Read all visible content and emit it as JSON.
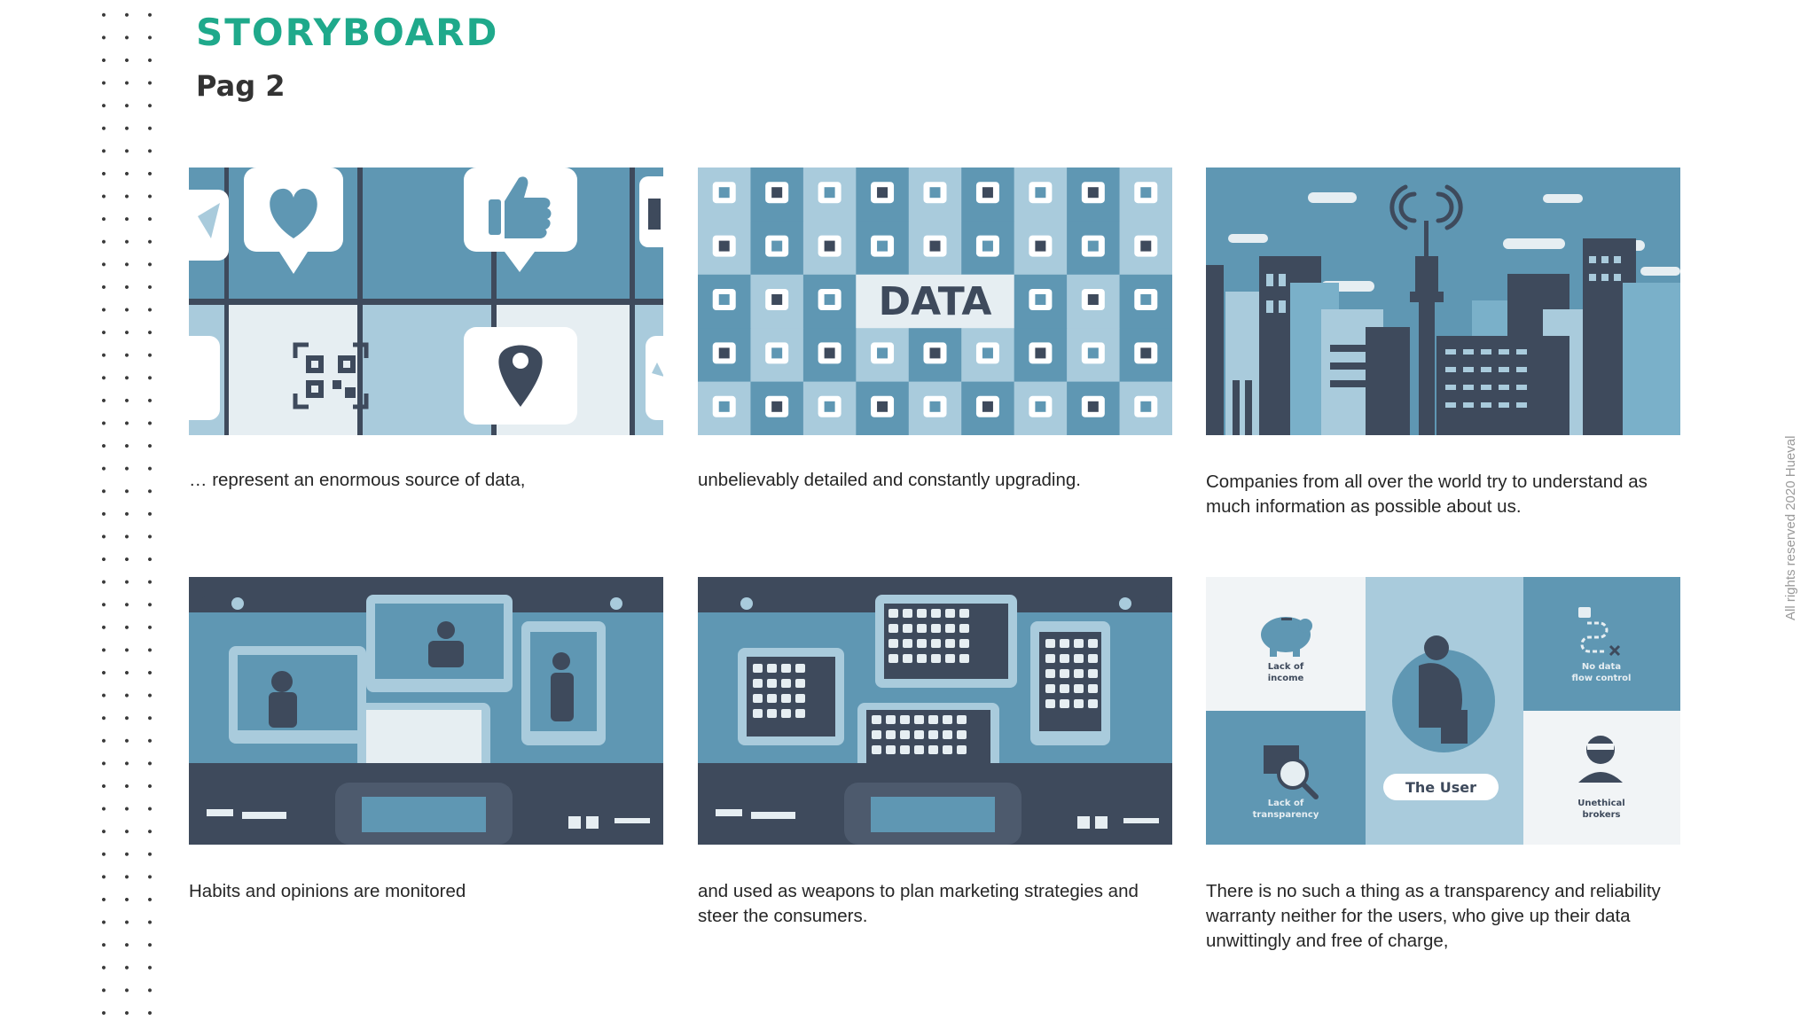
{
  "header": {
    "title": "STORYBOARD",
    "subtitle": "Pag 2"
  },
  "panels": [
    {
      "illustration": "social-icons-grid",
      "icons": [
        "heart-icon",
        "thumbs-up-icon",
        "qr-code-icon",
        "location-pin-icon"
      ],
      "caption": "… represent an enormous source of data,"
    },
    {
      "illustration": "data-checkerboard",
      "banner": "DATA",
      "caption": "unbelievably detailed and constantly upgrading."
    },
    {
      "illustration": "city-skyline",
      "caption": "Companies from all over the world try to understand as much information as possible about us."
    },
    {
      "illustration": "control-room-monitors",
      "caption": "Habits and opinions are monitored"
    },
    {
      "illustration": "control-room-data-screens",
      "caption": "and used as weapons to plan marketing strategies and steer the consumers."
    },
    {
      "illustration": "user-risk-quadrants",
      "center_label": "The User",
      "quadrants": [
        {
          "label_line1": "Lack of",
          "label_line2": "income",
          "icon": "piggy-bank-icon"
        },
        {
          "label_line1": "No data",
          "label_line2": "flow control",
          "icon": "flow-icon"
        },
        {
          "label_line1": "Lack of",
          "label_line2": "transparency",
          "icon": "magnifier-question-icon"
        },
        {
          "label_line1": "Unethical",
          "label_line2": "brokers",
          "icon": "masked-person-icon"
        }
      ],
      "caption": "There is no such a thing as a transparency and reliability warranty neither for the users, who give up their data unwittingly and free of charge,"
    }
  ],
  "footer": "All rights reserved 2020 Hueval",
  "colors": {
    "accent": "#1fa98b",
    "navy": "#3e4a5c",
    "teal": "#5f97b3",
    "light_blue": "#a9cbdc",
    "pale": "#e6eef2"
  }
}
